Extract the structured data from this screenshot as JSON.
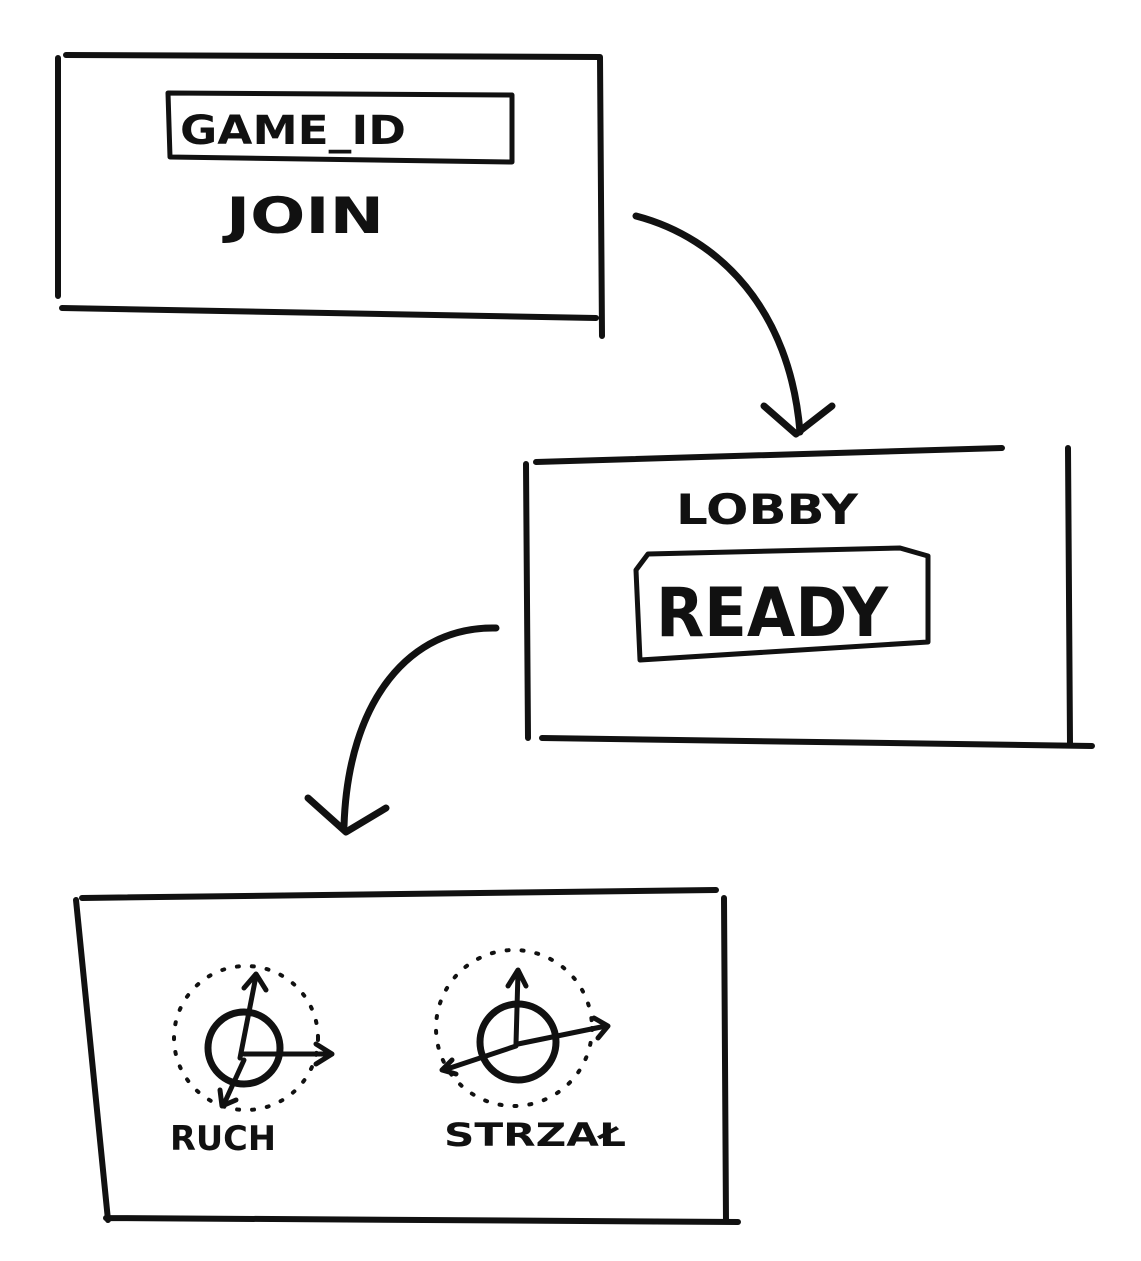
{
  "screens": {
    "join": {
      "game_id_label": "GAME_ID",
      "join_label": "JOIN"
    },
    "lobby": {
      "title": "LOBBY",
      "ready_label": "READY"
    },
    "game": {
      "move_label": "RUCH",
      "shoot_label": "STRZAŁ"
    }
  },
  "colors": {
    "ink": "#111111",
    "background": "#ffffff"
  }
}
